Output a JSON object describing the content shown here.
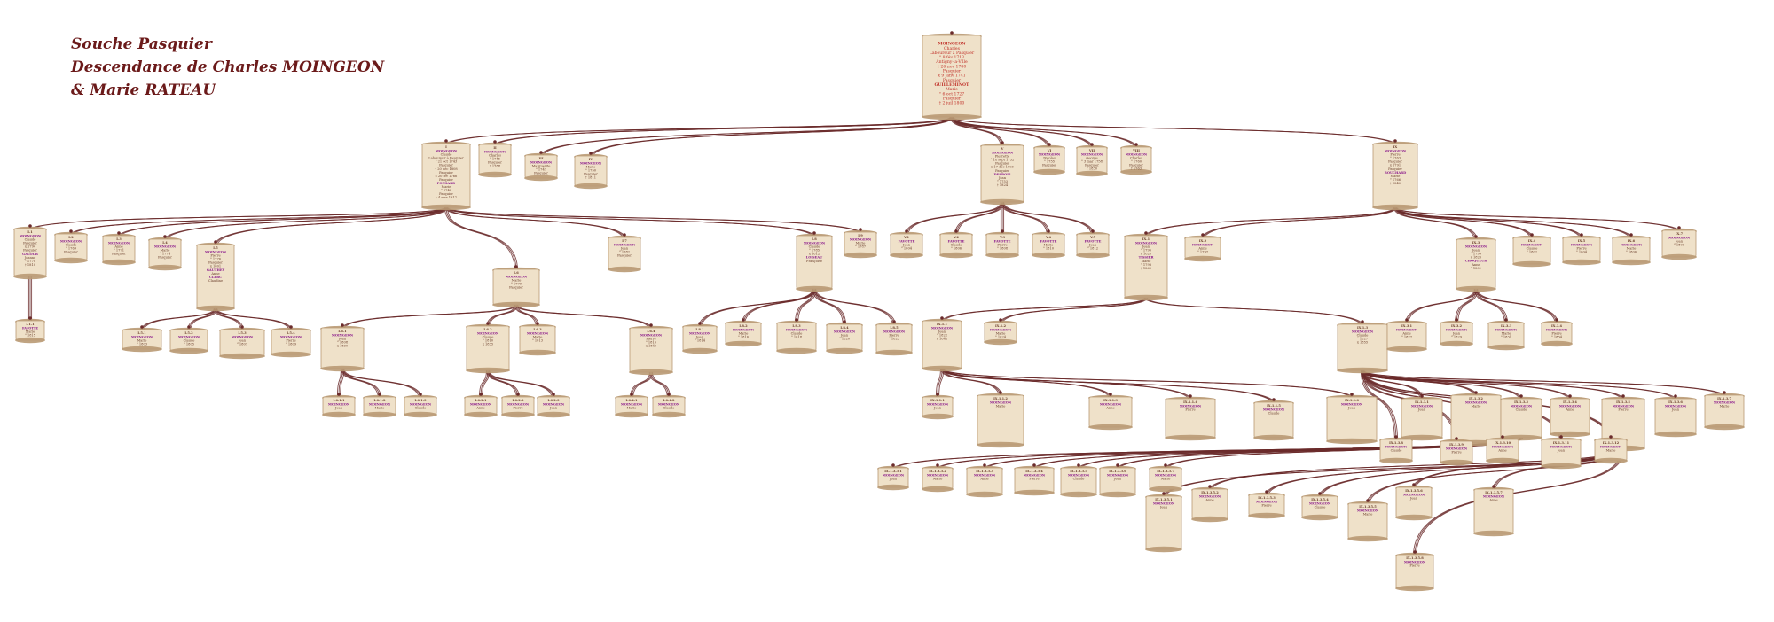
{
  "header": {
    "line1": "Souche Pasquier",
    "line2": "Descendance de Charles MOINGEON",
    "line3": "& Marie RATEAU"
  },
  "colors": {
    "title": "#6b1a1a",
    "connector": "#6b2b2b",
    "scroll_fill": "#efe1c9",
    "scroll_edge": "#b99a74",
    "name_text": "#8b1a8b",
    "detail_text": "#6a3d2a",
    "root_text": "#c0322a"
  },
  "root": {
    "lines": [
      "MOINGEON",
      "Charles",
      "Laboureur à Pasquier",
      "° 8 fév 1713",
      "Antigny-la-Ville",
      "† 26 nov 1780",
      "Pasquier",
      "x 9 janv 1741",
      "Pasquier",
      "GUILLEMINOT",
      "Marie",
      "° 6 oct 1727",
      "Pasquier",
      "† 2 juil 1800"
    ]
  },
  "gen1": [
    {
      "code": "I",
      "lines": [
        "MOINGEON",
        "Claude",
        "Laboureur à Pasquier",
        "° 21 oct 1743",
        "Pasquier",
        "† 20 déc 1808",
        "Pasquier",
        "x 20 fév 1766",
        "Pasquier",
        "PONSARD",
        "Marie",
        "° 1748",
        "Pasquier",
        "† 4 mar 1817"
      ]
    },
    {
      "code": "II",
      "lines": [
        "MOINGEON",
        "Charles",
        "° 1745",
        "Pasquier",
        "† 1788"
      ]
    },
    {
      "code": "III",
      "lines": [
        "MOINGEON",
        "Marguerite",
        "° 1747",
        "Pasquier"
      ]
    },
    {
      "code": "IV",
      "lines": [
        "MOINGEON",
        "Marie",
        "° 1750",
        "Pasquier",
        "† 1811"
      ]
    },
    {
      "code": "V",
      "lines": [
        "MOINGEON",
        "Pierrette",
        "° 18 sept 1752",
        "Pasquier",
        "x 17 déc 1803",
        "Pasquier",
        "DESBOIS",
        "Jean",
        "° 1753",
        "† 1824"
      ]
    },
    {
      "code": "VI",
      "lines": [
        "MOINGEON",
        "Nicolas",
        "° 1755",
        "Pasquier"
      ]
    },
    {
      "code": "VII",
      "lines": [
        "MOINGEON",
        "George",
        "° 3 mar 1758",
        "Pasquier",
        "† 1830"
      ]
    },
    {
      "code": "VIII",
      "lines": [
        "MOINGEON",
        "Charles",
        "° 1760",
        "Pasquier",
        "† 1763"
      ]
    },
    {
      "code": "IX",
      "lines": [
        "MOINGEON",
        "Pierre",
        "° 1763",
        "Pasquier",
        "x 1791",
        "Pasquier",
        "BOUCHARD",
        "Marie",
        "° 1766",
        "† 1840"
      ]
    }
  ],
  "gen2": [
    {
      "code": "I.1",
      "lines": [
        "MOINGEON",
        "Claude",
        "Pasquier",
        "x 1794",
        "Pasquier",
        "GALOUR",
        "Jeanne",
        "° 1770",
        "† 1810"
      ]
    },
    {
      "code": "I.2",
      "lines": [
        "MOINGEON",
        "Claude",
        "° 1769",
        "Pasquier"
      ]
    },
    {
      "code": "I.3",
      "lines": [
        "MOINGEON",
        "Anne",
        "° 1771",
        "Pasquier"
      ]
    },
    {
      "code": "I.4",
      "lines": [
        "MOINGEON",
        "Marie",
        "° 1774",
        "Pasquier"
      ]
    },
    {
      "code": "I.5",
      "lines": [
        "MOINGEON",
        "Pierre",
        "° 1776",
        "Pasquier",
        "x 1801",
        "GAUTHEY",
        "Anne",
        "CLERC",
        "Claudine"
      ]
    },
    {
      "code": "I.6",
      "lines": [
        "MOINGEON",
        "Marie",
        "° 1779",
        "Pasquier"
      ]
    },
    {
      "code": "I.7",
      "lines": [
        "MOINGEON",
        "Jean",
        "° 1782",
        "Pasquier"
      ]
    },
    {
      "code": "I.8",
      "lines": [
        "MOINGEON",
        "Claude",
        "° 1785",
        "x 1812",
        "LOISEAU",
        "Françoise"
      ]
    },
    {
      "code": "I.9",
      "lines": [
        "MOINGEON",
        "Marie",
        "° 1787"
      ]
    },
    {
      "code": "V.1",
      "lines": [
        "FAVOTTE",
        "Jean",
        "° 1804"
      ]
    },
    {
      "code": "V.2",
      "lines": [
        "FAVOTTE",
        "Claude",
        "° 1806"
      ]
    },
    {
      "code": "V.3",
      "lines": [
        "FAVOTTE",
        "Pierre",
        "° 1808"
      ]
    },
    {
      "code": "V.4",
      "lines": [
        "FAVOTTE",
        "Marie",
        "° 1810"
      ]
    },
    {
      "code": "V.5",
      "lines": [
        "FAVOTTE",
        "Jean",
        "° 1812"
      ]
    },
    {
      "code": "IX.1",
      "lines": [
        "MOINGEON",
        "Jean",
        "° 1795",
        "x 1820",
        "TISSIER",
        "Marie",
        "° 1798",
        "† 1860"
      ]
    },
    {
      "code": "IX.2",
      "lines": [
        "MOINGEON",
        "Anne",
        "° 1797"
      ]
    },
    {
      "code": "IX.3",
      "lines": [
        "MOINGEON",
        "Jean",
        "° 1799",
        "x 1825",
        "CHOQUEUR",
        "Anne",
        "° 1801"
      ]
    },
    {
      "code": "IX.4",
      "lines": [
        "MOINGEON",
        "Claude",
        "° 1802"
      ]
    },
    {
      "code": "IX.5",
      "lines": [
        "MOINGEON",
        "Pierre",
        "° 1804"
      ]
    },
    {
      "code": "IX.6",
      "lines": [
        "MOINGEON",
        "Marie",
        "° 1806"
      ]
    },
    {
      "code": "IX.7",
      "lines": [
        "MOINGEON",
        "Jean",
        "° 1809"
      ]
    }
  ],
  "small_nodes": [
    {
      "code": "I.1.1",
      "lines": [
        "FAVOTTE",
        "Marie",
        "° 1815",
        "Pasquier"
      ]
    },
    {
      "code": "I.5.1",
      "lines": [
        "MOINGEON",
        "Marie",
        "° 1803"
      ]
    },
    {
      "code": "I.5.2",
      "lines": [
        "MOINGEON",
        "Claude",
        "° 1805"
      ]
    },
    {
      "code": "I.5.3",
      "lines": [
        "MOINGEON",
        "Jean",
        "° 1807"
      ]
    },
    {
      "code": "I.5.4",
      "lines": [
        "MOINGEON",
        "Pierre",
        "° 1809"
      ]
    },
    {
      "code": "I.6.1",
      "lines": [
        "MOINGEON",
        "Jean",
        "° 1808",
        "x 1830"
      ]
    },
    {
      "code": "I.6.2",
      "lines": [
        "MOINGEON",
        "Claude",
        "° 1810",
        "x 1835"
      ]
    },
    {
      "code": "I.6.3",
      "lines": [
        "MOINGEON",
        "Marie",
        "° 1813"
      ]
    },
    {
      "code": "I.6.4",
      "lines": [
        "MOINGEON",
        "Pierre",
        "° 1815",
        "x 1840"
      ]
    },
    {
      "code": "I.6.5",
      "lines": [
        "MOINGEON",
        "Anne",
        "° 1818"
      ]
    },
    {
      "code": "I.8.1",
      "lines": [
        "MOINGEON",
        "Jean",
        "° 1814"
      ]
    },
    {
      "code": "I.8.2",
      "lines": [
        "MOINGEON",
        "Marie",
        "° 1816"
      ]
    },
    {
      "code": "I.8.3",
      "lines": [
        "MOINGEON",
        "Claude",
        "° 1818"
      ]
    },
    {
      "code": "I.8.4",
      "lines": [
        "MOINGEON",
        "Jean",
        "° 1820"
      ]
    },
    {
      "code": "I.8.5",
      "lines": [
        "MOINGEON",
        "Pierre",
        "° 1823"
      ]
    },
    {
      "code": "IX.1.1",
      "lines": [
        "MOINGEON",
        "Jean",
        "° 1822",
        "x 1848"
      ]
    },
    {
      "code": "IX.1.2",
      "lines": [
        "MOINGEON",
        "Marie",
        "° 1824"
      ]
    },
    {
      "code": "IX.1.3",
      "lines": [
        "MOINGEON",
        "Claude",
        "° 1827",
        "x 1855"
      ]
    },
    {
      "code": "IX.3.1",
      "lines": [
        "MOINGEON",
        "Anne",
        "° 1827"
      ]
    },
    {
      "code": "IX.3.2",
      "lines": [
        "MOINGEON",
        "Jean",
        "° 1829"
      ]
    },
    {
      "code": "IX.3.3",
      "lines": [
        "MOINGEON",
        "Marie",
        "° 1831"
      ]
    },
    {
      "code": "IX.3.4",
      "lines": [
        "MOINGEON",
        "Pierre",
        "° 1834"
      ]
    },
    {
      "code": "IX.3.5",
      "lines": [
        "MOINGEON",
        "Claude",
        "° 1837"
      ]
    }
  ],
  "tiny_nodes": [
    {
      "code": "I.6.1.1",
      "lines": [
        "MOINGEON",
        "Jean"
      ]
    },
    {
      "code": "I.6.1.2",
      "lines": [
        "MOINGEON",
        "Marie"
      ]
    },
    {
      "code": "I.6.1.3",
      "lines": [
        "MOINGEON",
        "Claude"
      ]
    },
    {
      "code": "I.6.2.1",
      "lines": [
        "MOINGEON",
        "Anne"
      ]
    },
    {
      "code": "I.6.2.2",
      "lines": [
        "MOINGEON",
        "Pierre"
      ]
    },
    {
      "code": "I.6.2.3",
      "lines": [
        "MOINGEON",
        "Jean"
      ]
    },
    {
      "code": "I.6.4.1",
      "lines": [
        "MOINGEON",
        "Marie"
      ]
    },
    {
      "code": "I.6.4.2",
      "lines": [
        "MOINGEON",
        "Claude"
      ]
    },
    {
      "code": "IX.1.1.1",
      "lines": [
        "MOINGEON",
        "Jean"
      ]
    },
    {
      "code": "IX.1.1.2",
      "lines": [
        "MOINGEON",
        "Marie"
      ]
    },
    {
      "code": "IX.1.1.3",
      "lines": [
        "MOINGEON",
        "Anne"
      ]
    },
    {
      "code": "IX.1.1.4",
      "lines": [
        "MOINGEON",
        "Pierre"
      ]
    },
    {
      "code": "IX.1.1.5",
      "lines": [
        "MOINGEON",
        "Claude"
      ]
    },
    {
      "code": "IX.1.1.6",
      "lines": [
        "MOINGEON",
        "Jean"
      ]
    },
    {
      "code": "IX.1.3.1",
      "lines": [
        "MOINGEON",
        "Jean"
      ]
    },
    {
      "code": "IX.1.3.2",
      "lines": [
        "MOINGEON",
        "Marie"
      ]
    },
    {
      "code": "IX.1.3.3",
      "lines": [
        "MOINGEON",
        "Claude"
      ]
    },
    {
      "code": "IX.1.3.4",
      "lines": [
        "MOINGEON",
        "Anne"
      ]
    },
    {
      "code": "IX.1.3.5",
      "lines": [
        "MOINGEON",
        "Pierre"
      ]
    },
    {
      "code": "IX.1.3.6",
      "lines": [
        "MOINGEON",
        "Jean"
      ]
    },
    {
      "code": "IX.1.3.7",
      "lines": [
        "MOINGEON",
        "Marie"
      ]
    },
    {
      "code": "IX.1.3.8",
      "lines": [
        "MOINGEON",
        "Claude"
      ]
    },
    {
      "code": "IX.1.3.9",
      "lines": [
        "MOINGEON",
        "Pierre"
      ]
    },
    {
      "code": "IX.1.3.10",
      "lines": [
        "MOINGEON",
        "Anne"
      ]
    },
    {
      "code": "IX.1.3.11",
      "lines": [
        "MOINGEON",
        "Jean"
      ]
    },
    {
      "code": "IX.1.3.12",
      "lines": [
        "MOINGEON",
        "Marie"
      ]
    },
    {
      "code": "IX.1.3.3.1",
      "lines": [
        "MOINGEON",
        "Jean"
      ]
    },
    {
      "code": "IX.1.3.3.2",
      "lines": [
        "MOINGEON",
        "Marie"
      ]
    },
    {
      "code": "IX.1.3.3.3",
      "lines": [
        "MOINGEON",
        "Anne"
      ]
    },
    {
      "code": "IX.1.3.3.4",
      "lines": [
        "MOINGEON",
        "Pierre"
      ]
    },
    {
      "code": "IX.1.3.3.5",
      "lines": [
        "MOINGEON",
        "Claude"
      ]
    },
    {
      "code": "IX.1.3.3.6",
      "lines": [
        "MOINGEON",
        "Jean"
      ]
    },
    {
      "code": "IX.1.3.3.7",
      "lines": [
        "MOINGEON",
        "Marie"
      ]
    },
    {
      "code": "IX.1.3.5.1",
      "lines": [
        "MOINGEON",
        "Jean"
      ]
    },
    {
      "code": "IX.1.3.5.2",
      "lines": [
        "MOINGEON",
        "Anne"
      ]
    },
    {
      "code": "IX.1.3.5.3",
      "lines": [
        "MOINGEON",
        "Pierre"
      ]
    },
    {
      "code": "IX.1.3.5.4",
      "lines": [
        "MOINGEON",
        "Claude"
      ]
    },
    {
      "code": "IX.1.3.5.5",
      "lines": [
        "MOINGEON",
        "Marie"
      ]
    },
    {
      "code": "IX.1.3.5.6",
      "lines": [
        "MOINGEON",
        "Jean"
      ]
    },
    {
      "code": "IX.1.3.5.7",
      "lines": [
        "MOINGEON",
        "Anne"
      ]
    },
    {
      "code": "IX.1.3.5.8",
      "lines": [
        "MOINGEON",
        "Pierre"
      ]
    }
  ]
}
